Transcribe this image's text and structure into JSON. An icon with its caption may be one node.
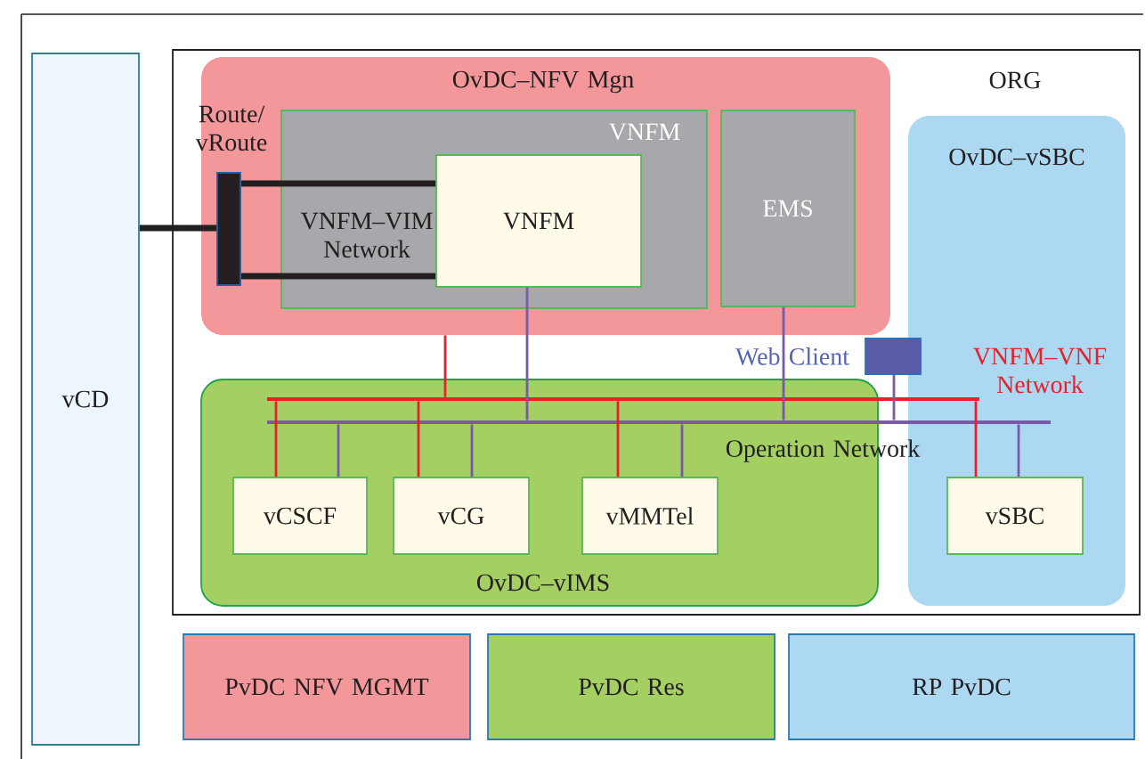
{
  "diagram": {
    "nodes": [
      {
        "text": [
          "vCD"
        ]
      },
      {
        "text": [
          "ORG"
        ]
      },
      {
        "text": [
          "OvDC–NFV Mgn"
        ],
        "in": 1
      },
      {
        "text": [
          "Route/ vRoute"
        ],
        "in": 2
      },
      {
        "text": [
          "VNFM"
        ],
        "in": 2
      },
      {
        "text": [
          "VNFM"
        ],
        "in": 4
      },
      {
        "text": [
          "EMS"
        ],
        "in": 2
      },
      {
        "text": [
          "OvDC–vSBC"
        ],
        "in": 1
      },
      {
        "text": [
          "Web Client"
        ],
        "in": 1
      },
      {
        "text": [],
        "shape": "bar",
        "beside": [
          "VNFM–VNF Network"
        ],
        "in": 1
      },
      {
        "text": [],
        "shape": "bar",
        "beside": [
          "Operation Network"
        ],
        "in": 1
      },
      {
        "text": [
          "OvDC–vIMS"
        ],
        "in": 1
      },
      {
        "text": [
          "vCSCF"
        ],
        "in": 11
      },
      {
        "text": [
          "vCG"
        ],
        "in": 11
      },
      {
        "text": [
          "vMMTel"
        ],
        "in": 11
      },
      {
        "text": [
          "vSBC"
        ],
        "in": 7
      },
      {
        "text": [
          "PvDC NFV MGMT"
        ]
      },
      {
        "text": [
          "PvDC Res"
        ]
      },
      {
        "text": [
          "RP PvDC"
        ]
      }
    ],
    "edges": [
      {
        "from": 0,
        "to": 3,
        "arrow": "none",
        "style": "thick",
        "color": "#231f20"
      },
      {
        "from": 3,
        "to": 5,
        "arrow": "none",
        "style": "thick",
        "color": "#231f20"
      },
      {
        "from": 3,
        "to": 5,
        "arrow": "none",
        "style": "thick",
        "color": "#231f20"
      },
      {
        "from": 2,
        "to": 9,
        "arrow": "none",
        "color": "#e8202a"
      },
      {
        "from": 9,
        "to": 12,
        "arrow": "none",
        "color": "#e8202a"
      },
      {
        "from": 9,
        "to": 13,
        "arrow": "none",
        "color": "#e8202a"
      },
      {
        "from": 9,
        "to": 14,
        "arrow": "none",
        "color": "#e8202a"
      },
      {
        "from": 9,
        "to": 15,
        "arrow": "none",
        "color": "#e8202a"
      },
      {
        "from": 5,
        "to": 10,
        "arrow": "none"
      },
      {
        "from": 6,
        "to": 10,
        "arrow": "none"
      },
      {
        "from": 8,
        "to": 10,
        "arrow": "none"
      },
      {
        "from": 10,
        "to": 12,
        "arrow": "none"
      },
      {
        "from": 10,
        "to": 13,
        "arrow": "none"
      },
      {
        "from": 10,
        "to": 14,
        "arrow": "none"
      },
      {
        "from": 10,
        "to": 15,
        "arrow": "none"
      }
    ],
    "labels": [
      "VNFM–VIM Network"
    ]
  }
}
